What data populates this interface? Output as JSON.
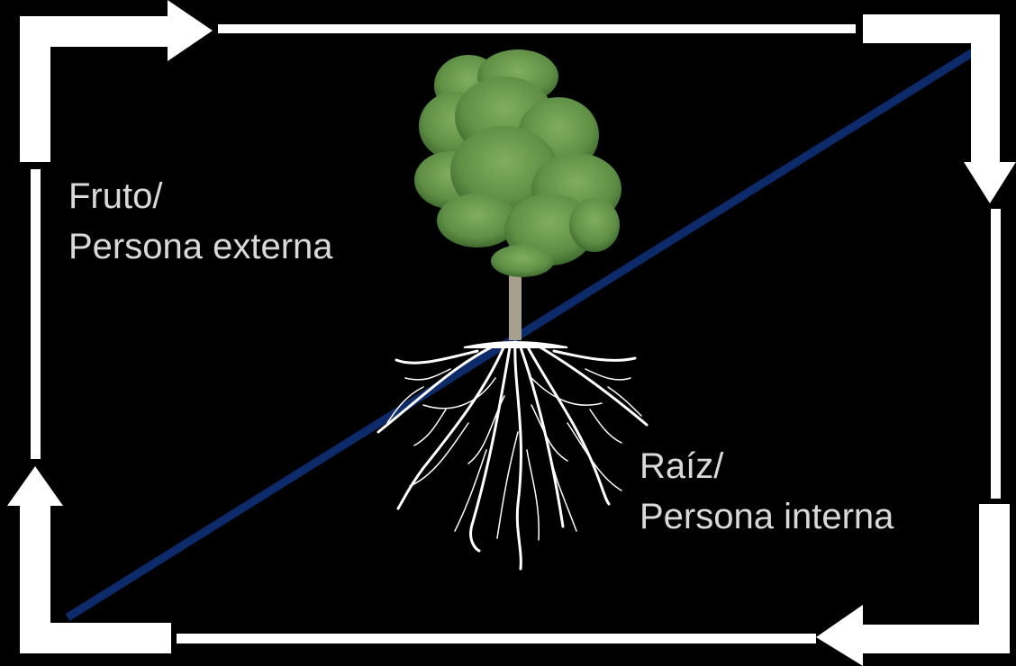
{
  "labels": {
    "fruit_line1": "Fruto/",
    "fruit_line2": "Persona externa",
    "root_line1": "Raíz/",
    "root_line2": "Persona interna"
  },
  "colors": {
    "background": "#000000",
    "arrows": "#ffffff",
    "diagonal": "#0d2a6b",
    "label_text": "#d9d9d9",
    "foliage": "#5e8f45",
    "trunk": "#a8a08e",
    "roots": "#ffffff"
  },
  "icons": [
    "cycle-arrow-frame",
    "tree-illustration",
    "roots-illustration"
  ]
}
